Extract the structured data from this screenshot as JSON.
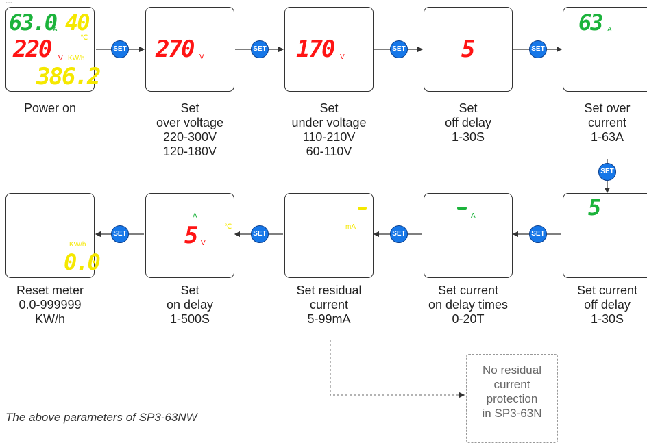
{
  "colors": {
    "display_red": "#ff1414",
    "display_green": "#1bb33b",
    "display_yellow": "#f5e800",
    "set_button": "#1677e8"
  },
  "header_fragment": "...",
  "set_button_label": "SET",
  "step_power_on": {
    "current": "63.0",
    "current_unit": "A",
    "temp": "40",
    "temp_unit": "℃",
    "voltage": "220",
    "voltage_unit": "V",
    "energy_unit": "KW/h",
    "energy": "386.2",
    "caption": "Power on"
  },
  "step_over_voltage": {
    "value": "270",
    "unit": "V",
    "caption": "Set\nover voltage\n220-300V\n120-180V"
  },
  "step_under_voltage": {
    "value": "170",
    "unit": "V",
    "caption": "Set\nunder voltage\n110-210V\n60-110V"
  },
  "step_off_delay": {
    "value": "5",
    "caption": "Set\noff delay\n1-30S"
  },
  "step_over_current": {
    "value": "63",
    "unit": "A",
    "caption": "Set over\ncurrent\n1-63A"
  },
  "step_current_off_delay": {
    "value": "5",
    "caption": "Set current\noff delay\n1-30S"
  },
  "step_current_on_delay_times": {
    "unit": "A",
    "caption": "Set current\non delay times\n0-20T"
  },
  "step_residual_current": {
    "unit": "mA",
    "caption": "Set residual\ncurrent\n5-99mA"
  },
  "step_on_delay": {
    "value": "5",
    "unit_a": "A",
    "unit_v": "V",
    "unit_temp": "℃",
    "caption": "Set\non delay\n1-500S"
  },
  "step_reset_meter": {
    "unit": "KW/h",
    "value": "0.0",
    "caption": "Reset meter\n0.0-999999\nKW/h"
  },
  "note": "No residual\ncurrent\nprotection\nin SP3-63N",
  "footnote": "The above parameters of SP3-63NW"
}
